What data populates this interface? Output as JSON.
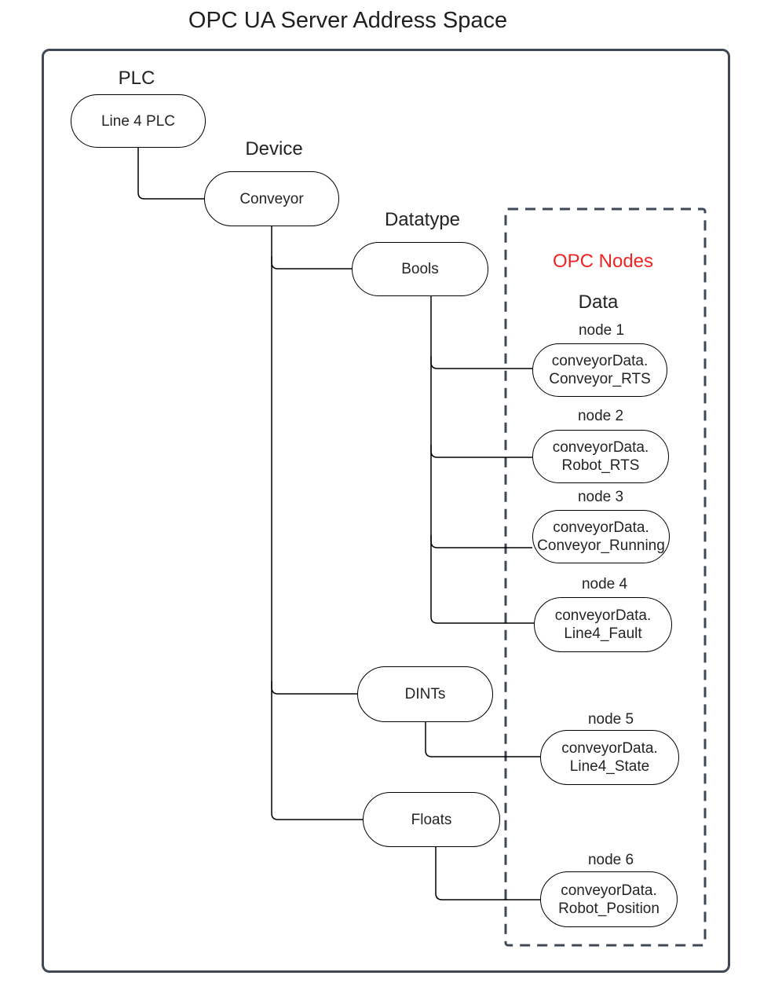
{
  "title": "OPC UA Server Address Space",
  "colors": {
    "accent_red": "#ef2424",
    "frame_gray": "#3f4854",
    "connector_black": "#000000"
  },
  "tree": {
    "plc_label": "PLC",
    "plc_node": "Line 4 PLC",
    "device_label": "Device",
    "device_node": "Conveyor",
    "datatype_label": "Datatype",
    "datatype_nodes": {
      "bools": "Bools",
      "dints": "DINTs",
      "floats": "Floats"
    }
  },
  "opc": {
    "heading": "OPC Nodes",
    "subheading": "Data",
    "nodes": [
      {
        "label": "node 1",
        "line1": "conveyorData.",
        "line2": "Conveyor_RTS"
      },
      {
        "label": "node 2",
        "line1": "conveyorData.",
        "line2": "Robot_RTS"
      },
      {
        "label": "node 3",
        "line1": "conveyorData.",
        "line2": "Conveyor_Running"
      },
      {
        "label": "node 4",
        "line1": "conveyorData.",
        "line2": "Line4_Fault"
      },
      {
        "label": "node 5",
        "line1": "conveyorData.",
        "line2": "Line4_State"
      },
      {
        "label": "node 6",
        "line1": "conveyorData.",
        "line2": "Robot_Position"
      }
    ]
  }
}
